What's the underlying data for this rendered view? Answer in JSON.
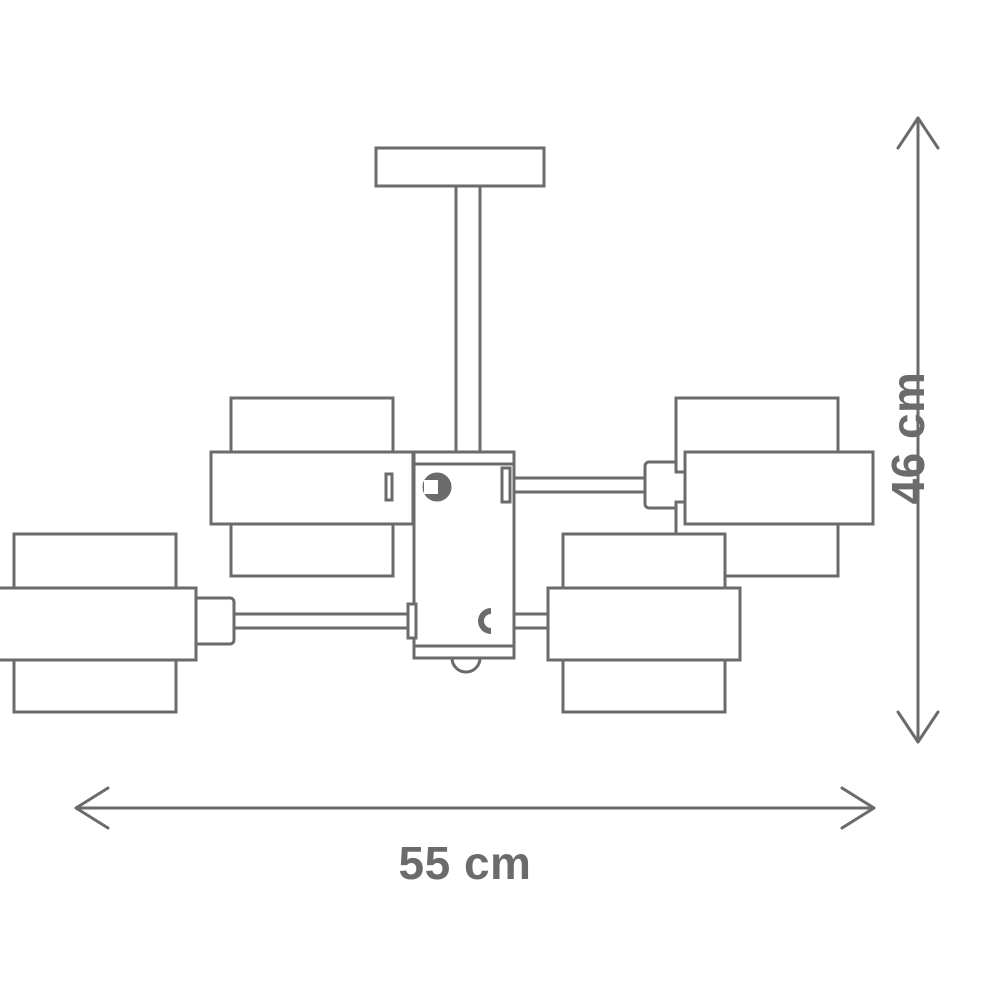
{
  "drawing": {
    "type": "technical-dimension-drawing",
    "subject": "ceiling light fixture with five cylindrical shades",
    "background_color": "#ffffff",
    "line_color": "#6b6b6b",
    "fill_color": "#ffffff",
    "stroke_width": 3
  },
  "dimensions": {
    "width": {
      "value": "55 cm",
      "number": 55,
      "unit": "cm",
      "orientation": "horizontal",
      "arrow_style": "double-headed-open-chevron"
    },
    "height": {
      "value": "46 cm",
      "number": 46,
      "unit": "cm",
      "orientation": "vertical",
      "arrow_style": "double-headed-open-chevron"
    }
  },
  "parts": {
    "ceiling_plate": "ceiling-mount-plate",
    "stem": "vertical-drop-rod",
    "body": "central-body-housing",
    "hanging_loop": "bottom-hanging-loop",
    "shades": [
      {
        "name": "upper-left-shade",
        "position": "upper-left"
      },
      {
        "name": "upper-right-shade",
        "position": "upper-right"
      },
      {
        "name": "left-shade",
        "position": "far-left"
      },
      {
        "name": "lower-right-shade",
        "position": "lower-right"
      }
    ],
    "arms": [
      {
        "name": "arm-upper-left",
        "joint": "ball-joint"
      },
      {
        "name": "arm-upper-right",
        "joint": "collar-joint"
      },
      {
        "name": "arm-lower-left",
        "joint": "collar-joint"
      },
      {
        "name": "arm-lower-right",
        "joint": "ball-joint"
      }
    ]
  }
}
